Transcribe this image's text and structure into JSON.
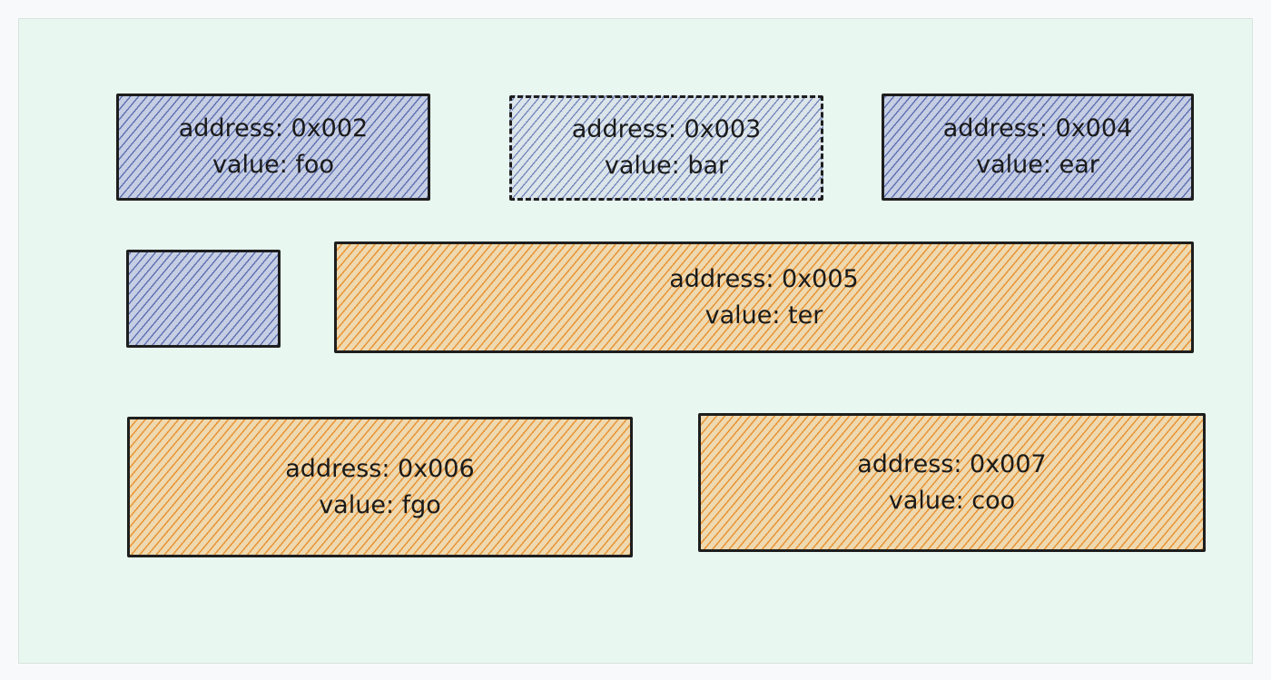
{
  "cells": [
    {
      "address": "address: 0x002",
      "value": "value: foo",
      "color": "#4c60a8"
    },
    {
      "address": "address: 0x003",
      "value": "value: bar",
      "color": "#5064aa"
    },
    {
      "address": "address: 0x004",
      "value": "value: ear",
      "color": "#4c60a8"
    },
    {
      "address": "",
      "value": "",
      "color": "#4c60a8"
    },
    {
      "address": "address: 0x005",
      "value": "value: ter",
      "color": "#e88c28"
    },
    {
      "address": "address: 0x006",
      "value": "value: fgo",
      "color": "#e88c28"
    },
    {
      "address": "address: 0x007",
      "value": "value: coo",
      "color": "#e88c28"
    }
  ]
}
